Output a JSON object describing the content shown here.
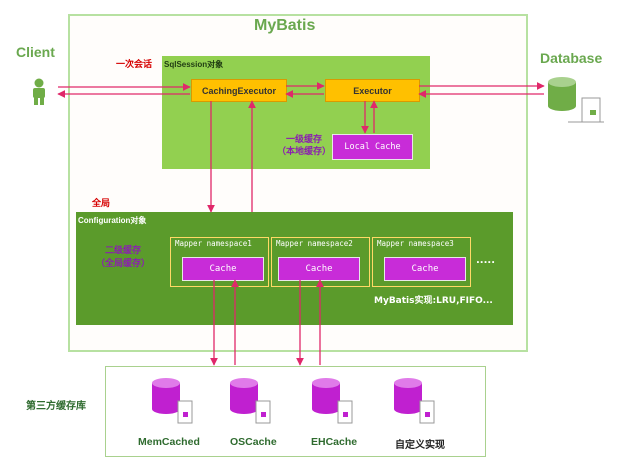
{
  "titles": {
    "mybatis": "MyBatis",
    "client": "Client",
    "database": "Database",
    "third_party": "第三方缓存库"
  },
  "session": {
    "note": "一次会话",
    "label": "SqlSession对象",
    "caching_executor": "CachingExecutor",
    "executor": "Executor",
    "local_cache": "Local Cache",
    "level1_line1": "一级缓存",
    "level1_line2": "（本地缓存）"
  },
  "configuration": {
    "note": "全局",
    "label": "Configuration对象",
    "level2_line1": "二级缓存",
    "level2_line2": "（全局缓存）",
    "mappers": [
      {
        "namespace": "Mapper namespace1",
        "cache": "Cache"
      },
      {
        "namespace": "Mapper namespace2",
        "cache": "Cache"
      },
      {
        "namespace": "Mapper namespace3",
        "cache": "Cache"
      }
    ],
    "ellipsis": ".....",
    "impl": "MyBatis实现:LRU,FIFO..."
  },
  "libraries": [
    "MemCached",
    "OSCache",
    "EHCache",
    "自定义实现"
  ],
  "colors": {
    "outer_border": "#b7e1a1",
    "session_bg": "#92d050",
    "config_bg": "#5b9b2b",
    "yellow": "#ffc000",
    "purple": "#c82cd8",
    "arrow": "#e0286a"
  },
  "icons": {
    "client": "person-icon",
    "database": "database-icon",
    "library": "database-server-icon"
  }
}
